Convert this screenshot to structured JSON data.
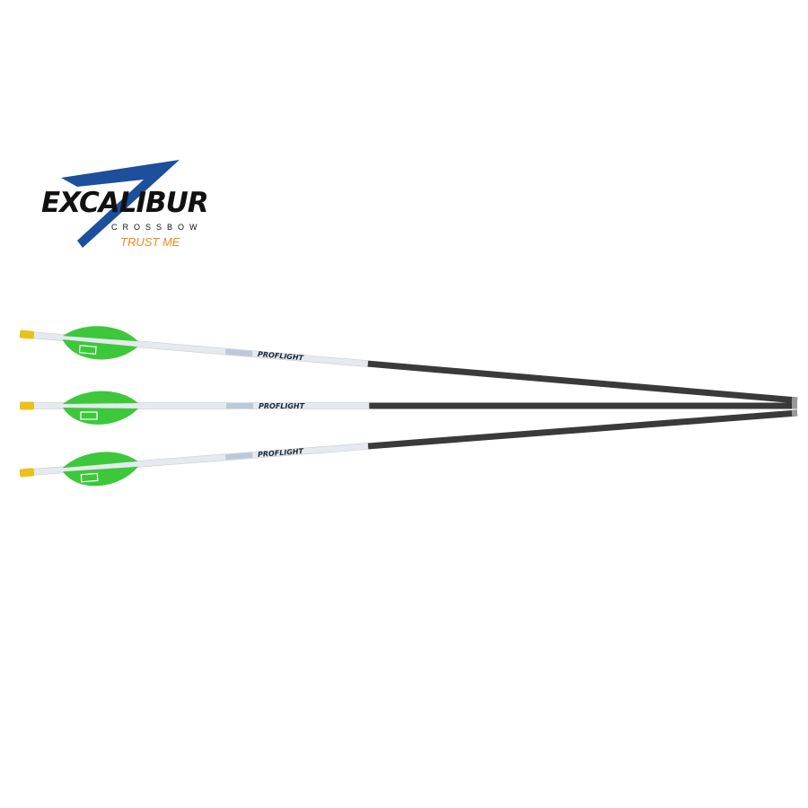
{
  "logo": {
    "brand": "EXCALIBUR",
    "subtitle": "CROSSBOW",
    "tagline": "TRUST ME",
    "colors": {
      "blue": "#1c4f9c",
      "black": "#111111",
      "orange": "#f08a1c"
    }
  },
  "product": {
    "shaft_label": "PROFLIGHT",
    "arrow_count": 3,
    "colors": {
      "fletch": "#3cc83a",
      "nock": "#e8c21a",
      "carbon": "#3a3a3a",
      "wrap": "#e6e9ee"
    }
  }
}
